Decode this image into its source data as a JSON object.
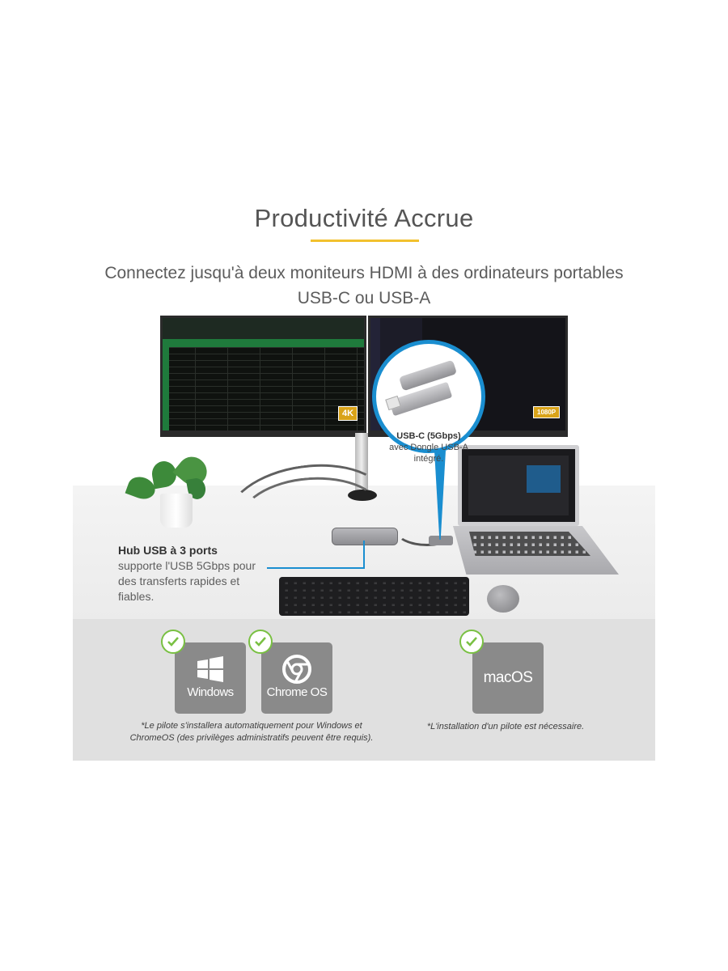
{
  "title": "Productivité Accrue",
  "subtitle": "Connectez jusqu'à deux moniteurs HDMI à des ordinateurs portables USB-C ou USB-A",
  "accent_color": "#f2c12e",
  "callout_color": "#1a8ed0",
  "check_color": "#79c042",
  "monitor_badges": {
    "left": "4K",
    "right": "1080P"
  },
  "callout": {
    "title": "USB-C (5Gbps)",
    "line1": "avec Dongle USB-A",
    "line2": "intégré."
  },
  "hub": {
    "title": "Hub USB à 3 ports",
    "description": "supporte l'USB 5Gbps pour des transferts rapides et fiables."
  },
  "os_tiles": [
    {
      "label": "Windows",
      "icon": "windows-icon"
    },
    {
      "label": "Chrome OS",
      "icon": "chrome-icon"
    },
    {
      "label": "macOS",
      "icon": ""
    }
  ],
  "notes": {
    "left": "*Le pilote s'installera automatiquement pour Windows et ChromeOS (des privilèges administratifs peuvent être requis).",
    "right": "*L'installation d'un pilote est nécessaire."
  }
}
